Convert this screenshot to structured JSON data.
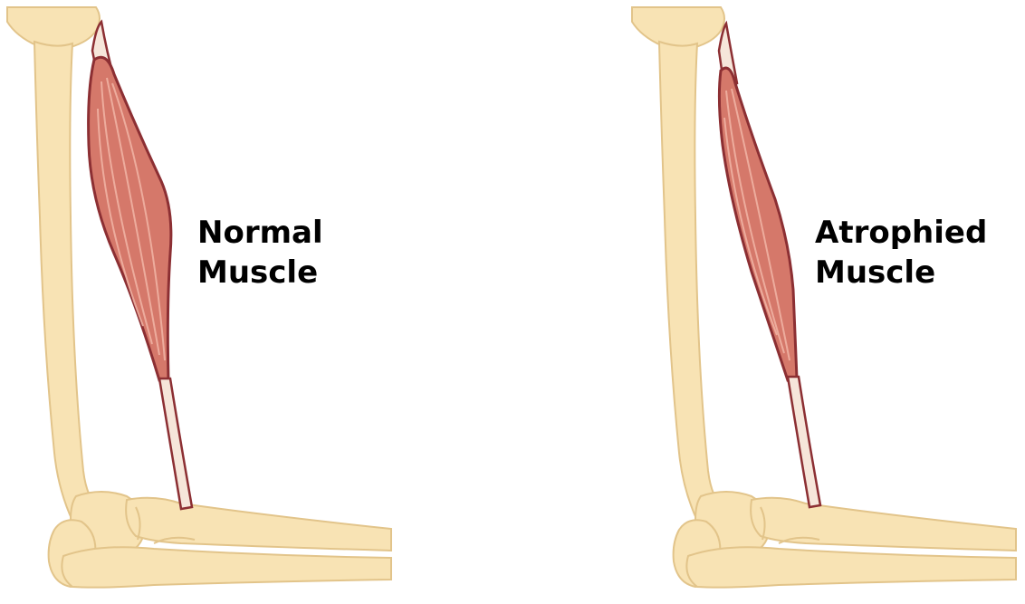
{
  "panels": {
    "normal": {
      "label_line1": "Normal",
      "label_line2": "Muscle"
    },
    "atrophied": {
      "label_line1": "Atrophied",
      "label_line2": "Muscle"
    }
  },
  "colors": {
    "bone_fill": "#F8E3B4",
    "bone_outline": "#E2C48A",
    "muscle_fill": "#D5786A",
    "muscle_outline": "#8C2F33",
    "muscle_fiber": "#F0B2A3",
    "tendon_fill": "#F6E6DA"
  }
}
